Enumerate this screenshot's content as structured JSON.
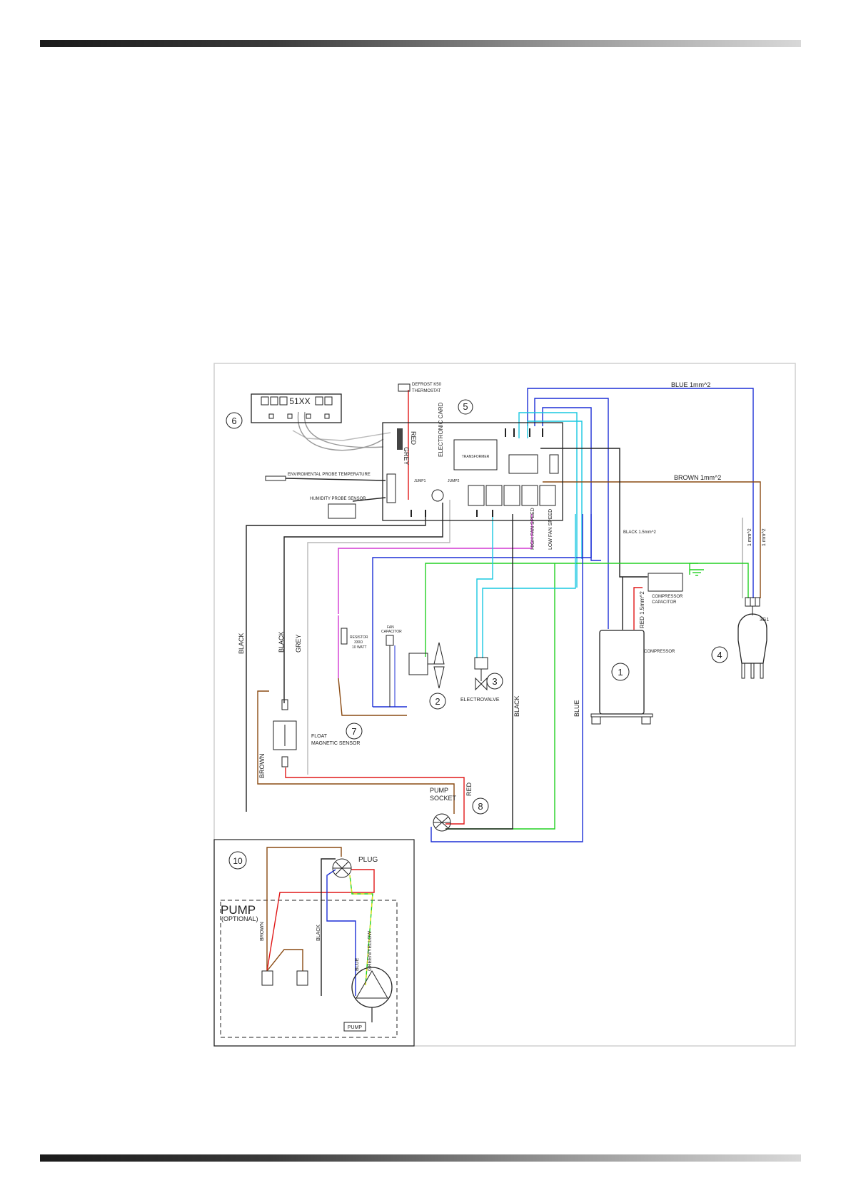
{
  "numbers": {
    "n1": "1",
    "n2": "2",
    "n3": "3",
    "n4": "4",
    "n5": "5",
    "n6": "6",
    "n7": "7",
    "n8": "8",
    "n10": "10"
  },
  "wire_labels": {
    "blue_top": "BLUE  1mm^2",
    "brown_top": "BROWN  1mm^2",
    "black_15": "BLACK 1.5mm^2",
    "red_15": "RED 1.5mm^2",
    "mm2_a": "1 mm^2",
    "mm2_b": "1 mm^2",
    "black_left": "BLACK",
    "black_mid": "BLACK",
    "grey_mid": "GREY",
    "brown_left": "BROWN",
    "black_center": "BLACK",
    "blue_center": "BLUE",
    "red_card": "RED",
    "grey_card": "GREY",
    "red_socket": "RED",
    "high_fan": "HIGH FAN SPEED",
    "low_fan": "LOW FAN SPEED"
  },
  "components": {
    "display": "51XX",
    "defrost": "DEFROST K50",
    "thermostat": "THERMOSTAT",
    "electronic_card": "ELECTRONIC CARD",
    "transformer": "TRANSFORMER",
    "env_probe": "ENVIROMENTAL PROBE TEMPERATURE",
    "humidity_probe": "HUMIDITY PROBE SENSOR",
    "jump1": "JUMP1",
    "jump2": "JUMP2",
    "compressor": "COMPRESSOR",
    "compressor_capacitor_1": "COMPRESSOR",
    "compressor_capacitor_2": "CAPACITOR",
    "plug_code": "3G1",
    "electrovalve": "ELECTROVALVE",
    "fan_capacitor_1": "FAN",
    "fan_capacitor_2": "CAPACITOR",
    "resistor_1": "RESISTOR",
    "resistor_2": "330Ω",
    "resistor_3": "10 WATT",
    "float_1": "FLOAT",
    "float_2": "MAGNETIC SENSOR",
    "pump_socket_1": "PUMP",
    "pump_socket_2": "SOCKET",
    "plug": "PLUG",
    "pump_box": "PUMP",
    "pump_optional": "(OPTIONAL)",
    "pump_label": "PUMP",
    "pump_brown": "BROWN",
    "pump_black": "BLACK",
    "pump_blue": "BLUE",
    "pump_greenyellow": "GREEN/YELLOW"
  },
  "colors": {
    "blue": "#1c2fd6",
    "cyan": "#19c8e0",
    "brown": "#8a4a12",
    "red": "#e01818",
    "green": "#22d022",
    "magenta": "#d23ad2",
    "yellow": "#e8e020",
    "black": "#222222",
    "grey": "#b8b8b8"
  }
}
